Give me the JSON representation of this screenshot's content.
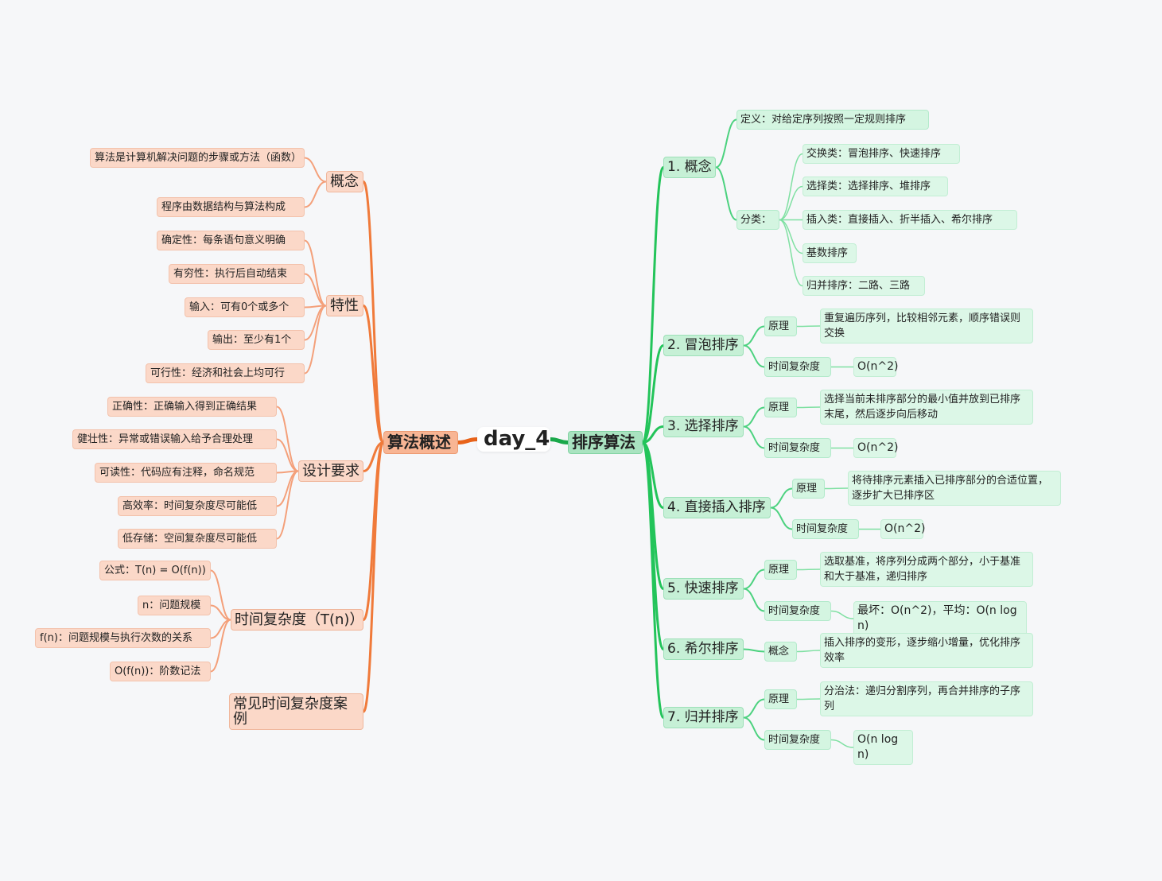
{
  "center": "day_4",
  "left": {
    "title": "算法概述",
    "branches": [
      {
        "label": "概念",
        "children": [
          "算法是计算机解决问题的步骤或方法（函数）",
          "程序由数据结构与算法构成"
        ]
      },
      {
        "label": "特性",
        "children": [
          "确定性：每条语句意义明确",
          "有穷性：执行后自动结束",
          "输入：可有0个或多个",
          "输出：至少有1个",
          "可行性：经济和社会上均可行"
        ]
      },
      {
        "label": "设计要求",
        "children": [
          "正确性：正确输入得到正确结果",
          "健壮性：异常或错误输入给予合理处理",
          "可读性：代码应有注释，命名规范",
          "高效率：时间复杂度尽可能低",
          "低存储：空间复杂度尽可能低"
        ]
      },
      {
        "label": "时间复杂度（T(n)）",
        "children": [
          "公式：T(n) = O(f(n))",
          "n：问题规模",
          "f(n)：问题规模与执行次数的关系",
          "O(f(n))：阶数记法"
        ]
      },
      {
        "label": "常见时间复杂度案例",
        "children": []
      }
    ]
  },
  "right": {
    "title": "排序算法",
    "concept": {
      "label": "1. 概念",
      "definition": "定义：对给定序列按照一定规则排序",
      "category_label": "分类：",
      "categories": [
        "交换类：冒泡排序、快速排序",
        "选择类：选择排序、堆排序",
        "插入类：直接插入、折半插入、希尔排序",
        "基数排序",
        "归并排序：二路、三路"
      ]
    },
    "sorts": [
      {
        "label": "2. 冒泡排序",
        "k1": "原理",
        "v1": "重复遍历序列，比较相邻元素，顺序错误则交换",
        "k2": "时间复杂度",
        "v2": "O(n^2)"
      },
      {
        "label": "3. 选择排序",
        "k1": "原理",
        "v1": "选择当前未排序部分的最小值并放到已排序末尾，然后逐步向后移动",
        "k2": "时间复杂度",
        "v2": "O(n^2)"
      },
      {
        "label": "4. 直接插入排序",
        "k1": "原理",
        "v1": "将待排序元素插入已排序部分的合适位置，逐步扩大已排序区",
        "k2": "时间复杂度",
        "v2": "O(n^2)"
      },
      {
        "label": "5. 快速排序",
        "k1": "原理",
        "v1": "选取基准，将序列分成两个部分，小于基准和大于基准，递归排序",
        "k2": "时间复杂度",
        "v2": "最坏：O(n^2)，平均：O(n log n)"
      },
      {
        "label": "6. 希尔排序",
        "k1": "概念",
        "v1": "插入排序的变形，逐步缩小增量，优化排序效率"
      },
      {
        "label": "7. 归并排序",
        "k1": "原理",
        "v1": "分治法：递归分割序列，再合并排序的子序列",
        "k2": "时间复杂度",
        "v2": "O(n log n)"
      }
    ]
  },
  "colors": {
    "orange_line": "#f07a3a",
    "orange_main": "#e8631a",
    "green_line": "#23c45a",
    "green_main": "#1aa84a"
  }
}
